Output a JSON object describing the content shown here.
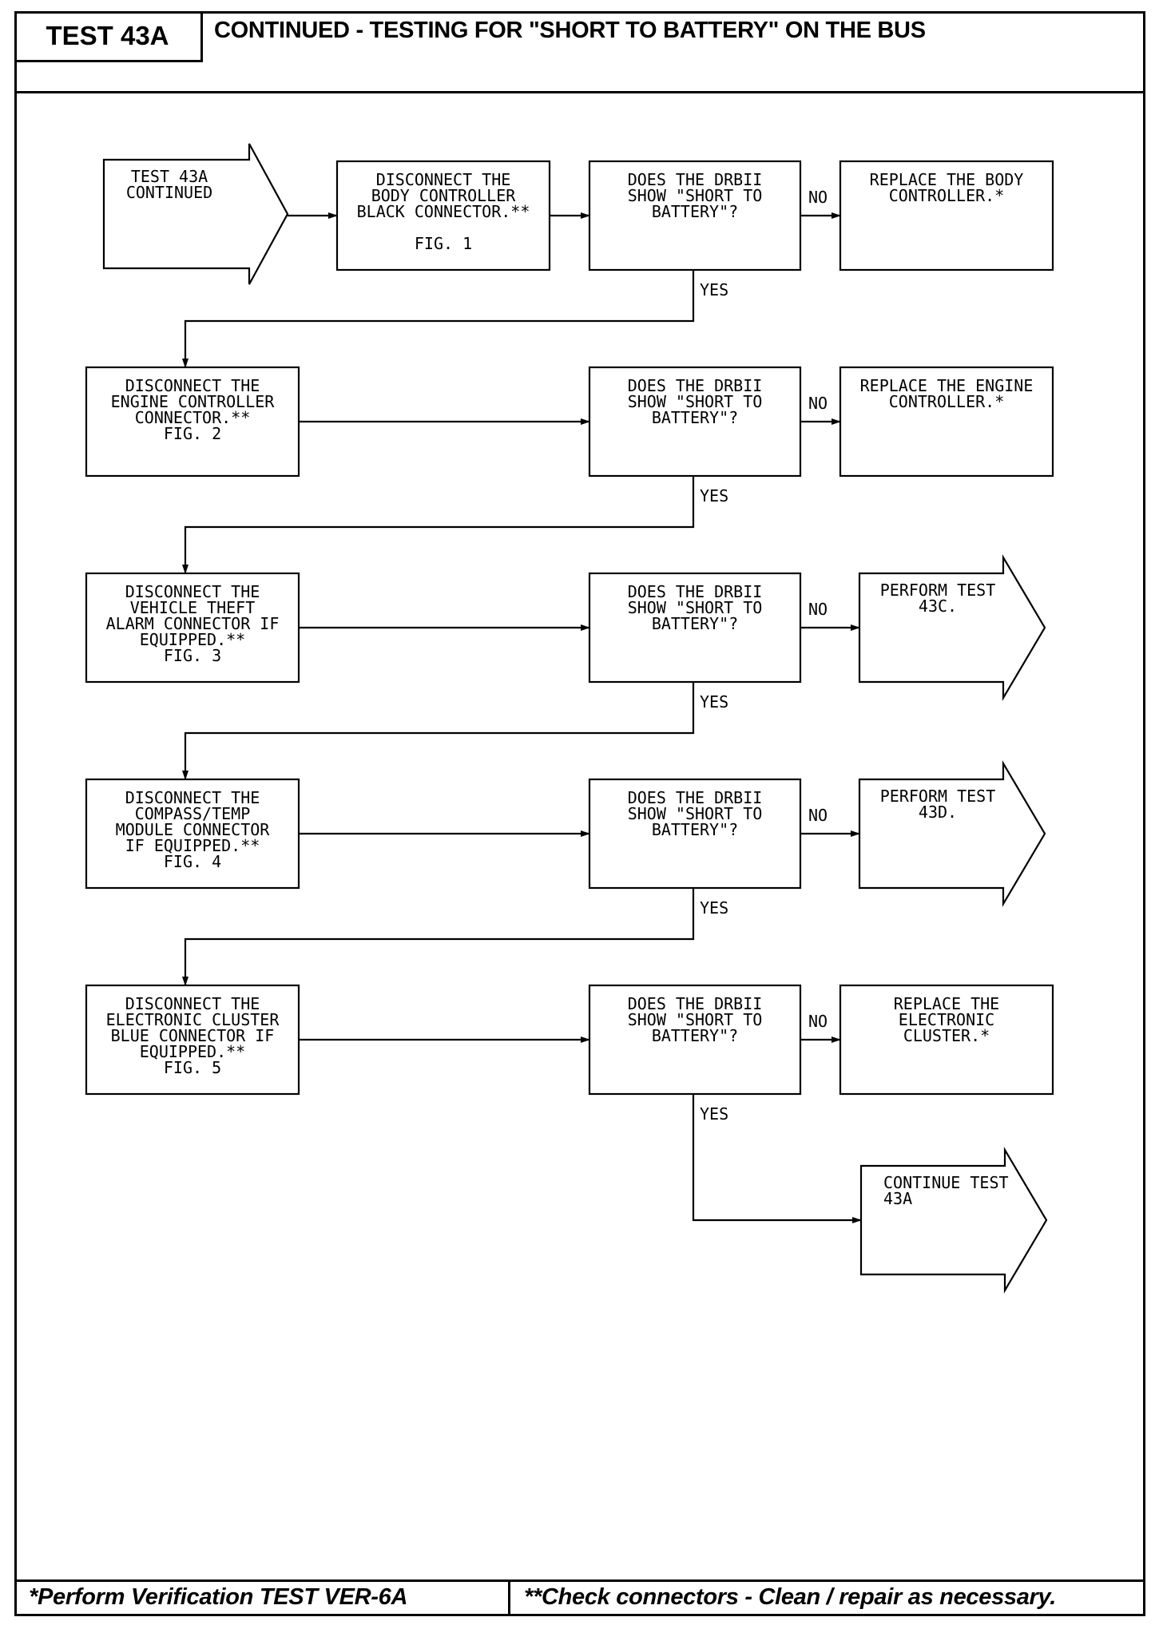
{
  "header": {
    "test_id": "TEST 43A",
    "title": "CONTINUED - TESTING FOR \"SHORT TO BATTERY\" ON THE BUS"
  },
  "footer": {
    "left_note": "*Perform Verification TEST VER-6A",
    "right_note": "**Check connectors - Clean / repair as necessary."
  },
  "flowchart": {
    "start": {
      "lines": [
        "TEST 43A",
        "CONTINUED"
      ]
    },
    "rows": [
      {
        "action": {
          "lines": [
            "DISCONNECT THE",
            "BODY CONTROLLER",
            "BLACK CONNECTOR.**",
            "",
            "FIG. 1"
          ]
        },
        "question": {
          "lines": [
            "DOES THE DRBII",
            "SHOW \"SHORT TO",
            "BATTERY\"?"
          ]
        },
        "no_label": "NO",
        "yes_label": "YES",
        "result": {
          "kind": "box",
          "lines": [
            "REPLACE THE BODY",
            "CONTROLLER.*"
          ]
        }
      },
      {
        "action": {
          "lines": [
            "DISCONNECT THE",
            "ENGINE CONTROLLER",
            "CONNECTOR.**",
            "FIG. 2"
          ]
        },
        "question": {
          "lines": [
            "DOES THE DRBII",
            "SHOW \"SHORT TO",
            "BATTERY\"?"
          ]
        },
        "no_label": "NO",
        "yes_label": "YES",
        "result": {
          "kind": "box",
          "lines": [
            "REPLACE THE ENGINE",
            "CONTROLLER.*"
          ]
        }
      },
      {
        "action": {
          "lines": [
            "DISCONNECT THE",
            "VEHICLE THEFT",
            "ALARM CONNECTOR IF",
            "EQUIPPED.**",
            "FIG. 3"
          ]
        },
        "question": {
          "lines": [
            "DOES THE DRBII",
            "SHOW \"SHORT TO",
            "BATTERY\"?"
          ]
        },
        "no_label": "NO",
        "yes_label": "YES",
        "result": {
          "kind": "arrow",
          "lines": [
            "PERFORM TEST",
            "43C."
          ]
        }
      },
      {
        "action": {
          "lines": [
            "DISCONNECT THE",
            "COMPASS/TEMP",
            "MODULE CONNECTOR",
            "IF EQUIPPED.**",
            "FIG. 4"
          ]
        },
        "question": {
          "lines": [
            "DOES THE DRBII",
            "SHOW \"SHORT TO",
            "BATTERY\"?"
          ]
        },
        "no_label": "NO",
        "yes_label": "YES",
        "result": {
          "kind": "arrow",
          "lines": [
            "PERFORM TEST",
            "43D."
          ]
        }
      },
      {
        "action": {
          "lines": [
            "DISCONNECT THE",
            "ELECTRONIC CLUSTER",
            "BLUE CONNECTOR IF",
            "EQUIPPED.**",
            "FIG. 5"
          ]
        },
        "question": {
          "lines": [
            "DOES THE DRBII",
            "SHOW \"SHORT TO",
            "BATTERY\"?"
          ]
        },
        "no_label": "NO",
        "yes_label": "YES",
        "result": {
          "kind": "box",
          "lines": [
            "REPLACE THE",
            "ELECTRONIC",
            "CLUSTER.*"
          ]
        }
      }
    ],
    "end": {
      "lines": [
        "CONTINUE TEST",
        "43A"
      ]
    }
  }
}
